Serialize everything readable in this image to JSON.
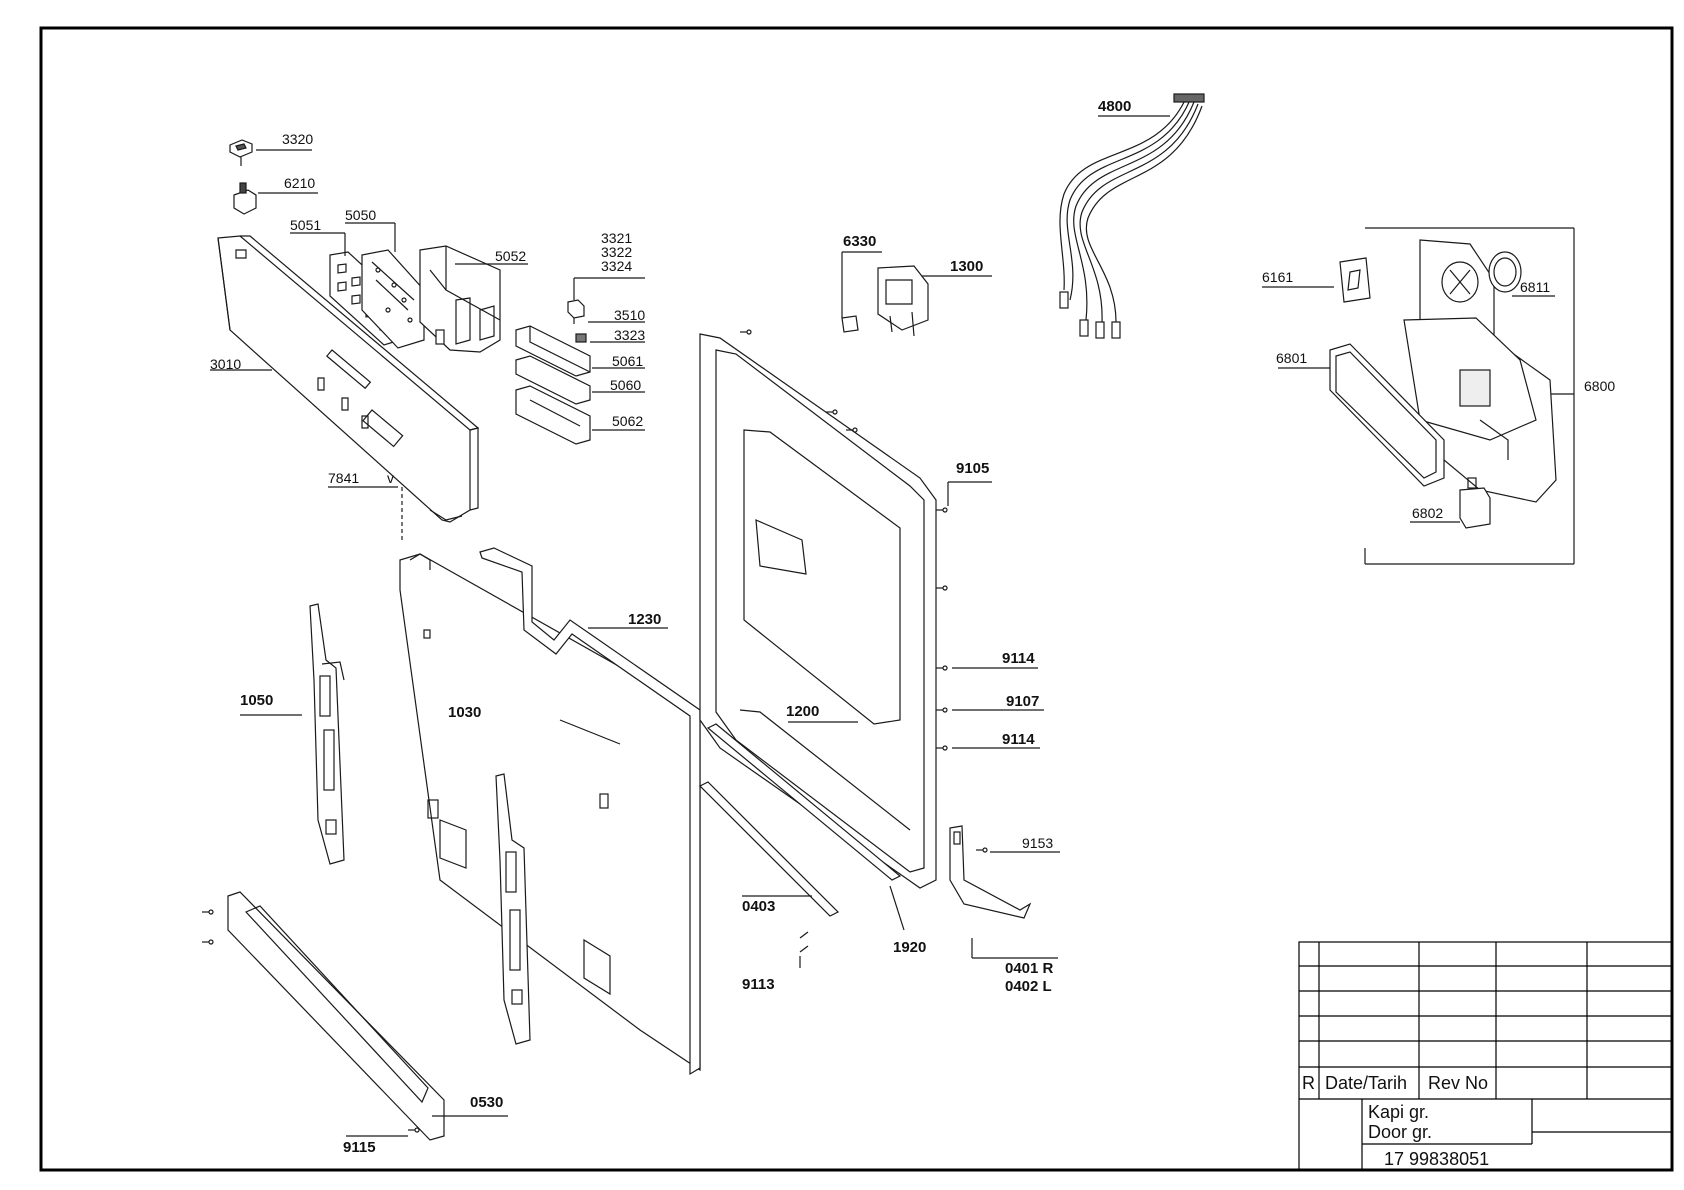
{
  "labels": {
    "p3320": "3320",
    "p6210": "6210",
    "p5051": "5051",
    "p5050": "5050",
    "p5052": "5052",
    "p3321": "3321",
    "p3322": "3322",
    "p3324": "3324",
    "p3510": "3510",
    "p3323": "3323",
    "p5061": "5061",
    "p5060": "5060",
    "p5062": "5062",
    "p3010": "3010",
    "p7841": "7841",
    "pv": "v",
    "p6330": "6330",
    "p1300": "1300",
    "p4800": "4800",
    "p6161": "6161",
    "p6811": "6811",
    "p6801": "6801",
    "p6800": "6800",
    "p6802": "6802",
    "p9105": "9105",
    "p1230": "1230",
    "p1050": "1050",
    "p1030": "1030",
    "p1200": "1200",
    "p9114a": "9114",
    "p9107": "9107",
    "p9114b": "9114",
    "p9153": "9153",
    "p0403": "0403",
    "p1920": "1920",
    "p0401": "0401 R",
    "p0402": "0402 L",
    "p9113": "9113",
    "p0530": "0530",
    "p9115": "9115"
  },
  "title_block": {
    "r_label": "R",
    "date_label": "Date/Tarih",
    "rev_label": "Rev No",
    "title_tr": "Kapi gr.",
    "title_en": "Door gr.",
    "drawing_number": "17 99838051"
  },
  "colors": {
    "line": "#1a1a1a",
    "frame": "#000000",
    "part_fill": "#ffffff",
    "shade": "#d8d8d8"
  }
}
